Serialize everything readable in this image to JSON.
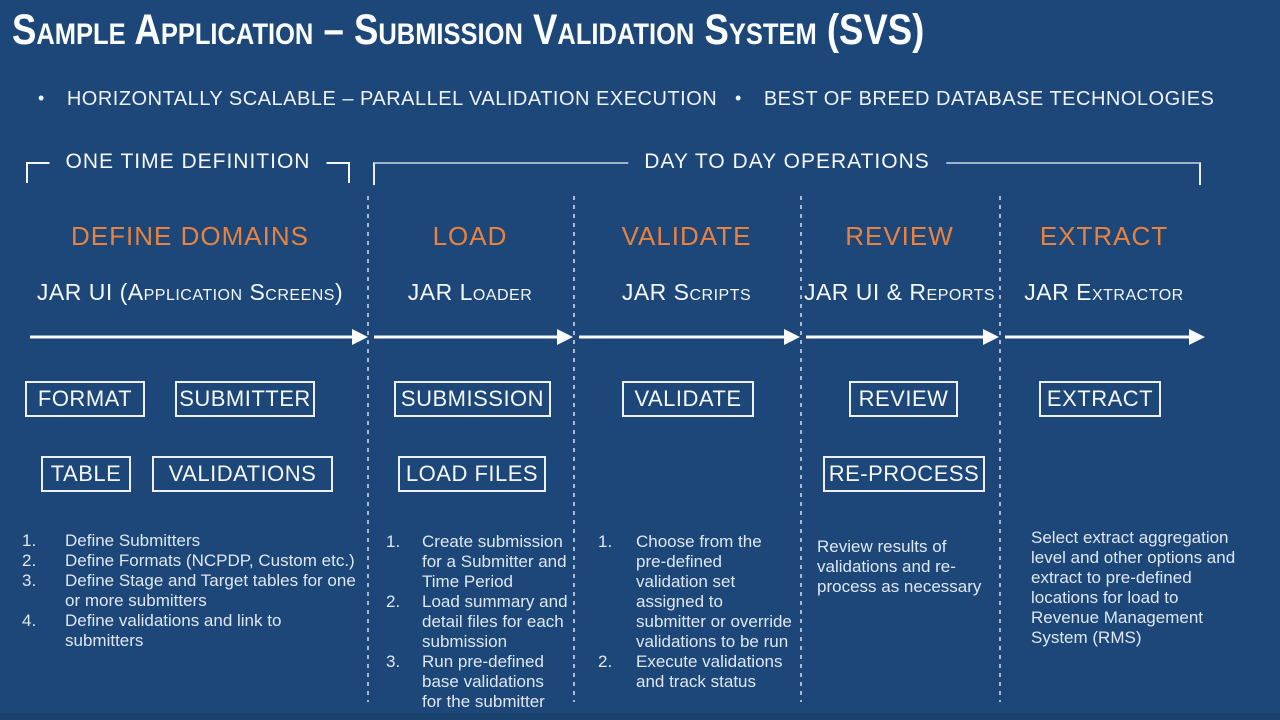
{
  "slide": {
    "title": "Sample Application – Submission Validation System (SVS)",
    "bullet_glyph": "•",
    "bullets": [
      "HORIZONTALLY SCALABLE – PARALLEL VALIDATION EXECUTION",
      "BEST OF BREED DATABASE TECHNOLOGIES"
    ],
    "phase_brackets": [
      {
        "label": "ONE TIME DEFINITION"
      },
      {
        "label": "DAY TO DAY OPERATIONS"
      }
    ],
    "colors": {
      "background": "#1D4778",
      "accent_orange": "#E9823E",
      "light_text": "#DEE7F2",
      "bracket_line": "#9FB4CC",
      "arrow": "#F8FAFC"
    }
  },
  "columns": [
    {
      "header": "DEFINE DOMAINS",
      "tool": "JAR UI (Application Screens)",
      "notes": [
        {
          "num": "1.",
          "text": "Define Submitters"
        },
        {
          "num": "2.",
          "text": "Define Formats (NCPDP, Custom etc.)"
        },
        {
          "num": "3.",
          "text": "Define Stage and Target tables for one or more submitters"
        },
        {
          "num": "4.",
          "text": "Define validations and link to submitters"
        }
      ]
    },
    {
      "header": "LOAD",
      "tool": "JAR Loader",
      "notes": [
        {
          "num": "1.",
          "text": "Create submission for a Submitter and Time Period"
        },
        {
          "num": "2.",
          "text": "Load summary and detail files for each submission"
        },
        {
          "num": "3.",
          "text": "Run pre-defined base validations for the submitter"
        }
      ]
    },
    {
      "header": "VALIDATE",
      "tool": "JAR Scripts",
      "notes": [
        {
          "num": "1.",
          "text": "Choose from the pre-defined validation set assigned to submitter or override validations to be run"
        },
        {
          "num": "2.",
          "text": "Execute validations and track status"
        }
      ]
    },
    {
      "header": "REVIEW",
      "tool": "JAR UI & Reports",
      "note": "Review results of validations and re-process as necessary"
    },
    {
      "header": "EXTRACT",
      "tool": "JAR Extractor",
      "note": "Select extract aggregation level and other options and extract to pre-defined locations for load to Revenue Management System (RMS)"
    }
  ],
  "boxes": {
    "format": "FORMAT",
    "submitter": "SUBMITTER",
    "submission": "SUBMISSION",
    "validate": "VALIDATE",
    "review": "REVIEW",
    "extract": "EXTRACT",
    "table": "TABLE",
    "validations": "VALIDATIONS",
    "load_files": "LOAD FILES",
    "re_process": "RE-PROCESS"
  }
}
